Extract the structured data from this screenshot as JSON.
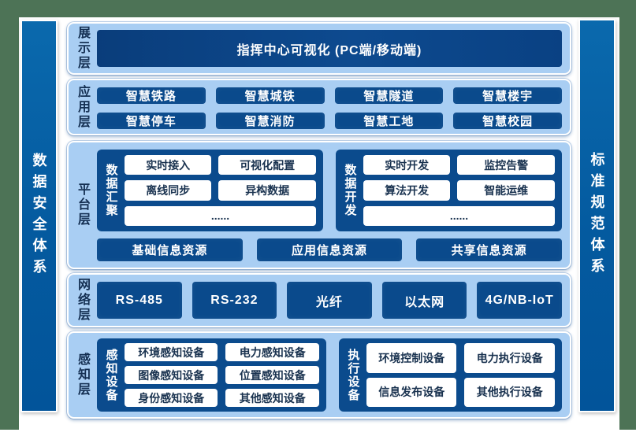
{
  "colors": {
    "frame_green": "#4d7356",
    "panel_light_blue": "#a9cef3",
    "deep_navy": "#0a4a8c",
    "pillar_blue": "#0765a9",
    "label_navy": "#142f52",
    "white": "#ffffff"
  },
  "sidebars": {
    "left": {
      "label": "数据安全体系"
    },
    "right": {
      "label": "标准规范体系"
    }
  },
  "layers": {
    "display": {
      "label": "展示层",
      "bar": "指挥中心可视化 (PC端/移动端)"
    },
    "application": {
      "label": "应用层",
      "items": [
        "智慧铁路",
        "智慧城铁",
        "智慧隧道",
        "智慧楼宇",
        "智慧停车",
        "智慧消防",
        "智慧工地",
        "智慧校园"
      ]
    },
    "platform": {
      "label": "平台层",
      "groups": [
        {
          "label": "数据汇聚",
          "items": [
            "实时接入",
            "可视化配置",
            "离线同步",
            "异构数据"
          ],
          "more": "......"
        },
        {
          "label": "数据开发",
          "items": [
            "实时开发",
            "监控告警",
            "算法开发",
            "智能运维"
          ],
          "more": "......"
        }
      ],
      "resources": [
        "基础信息资源",
        "应用信息资源",
        "共享信息资源"
      ]
    },
    "network": {
      "label": "网络层",
      "items": [
        "RS-485",
        "RS-232",
        "光纤",
        "以太网",
        "4G/NB-IoT"
      ]
    },
    "perception": {
      "label": "感知层",
      "groups": [
        {
          "label": "感知设备",
          "items": [
            "环境感知设备",
            "电力感知设备",
            "图像感知设备",
            "位置感知设备",
            "身份感知设备",
            "其他感知设备"
          ]
        },
        {
          "label": "执行设备",
          "items": [
            "环境控制设备",
            "电力执行设备",
            "信息发布设备",
            "其他执行设备"
          ]
        }
      ]
    }
  }
}
